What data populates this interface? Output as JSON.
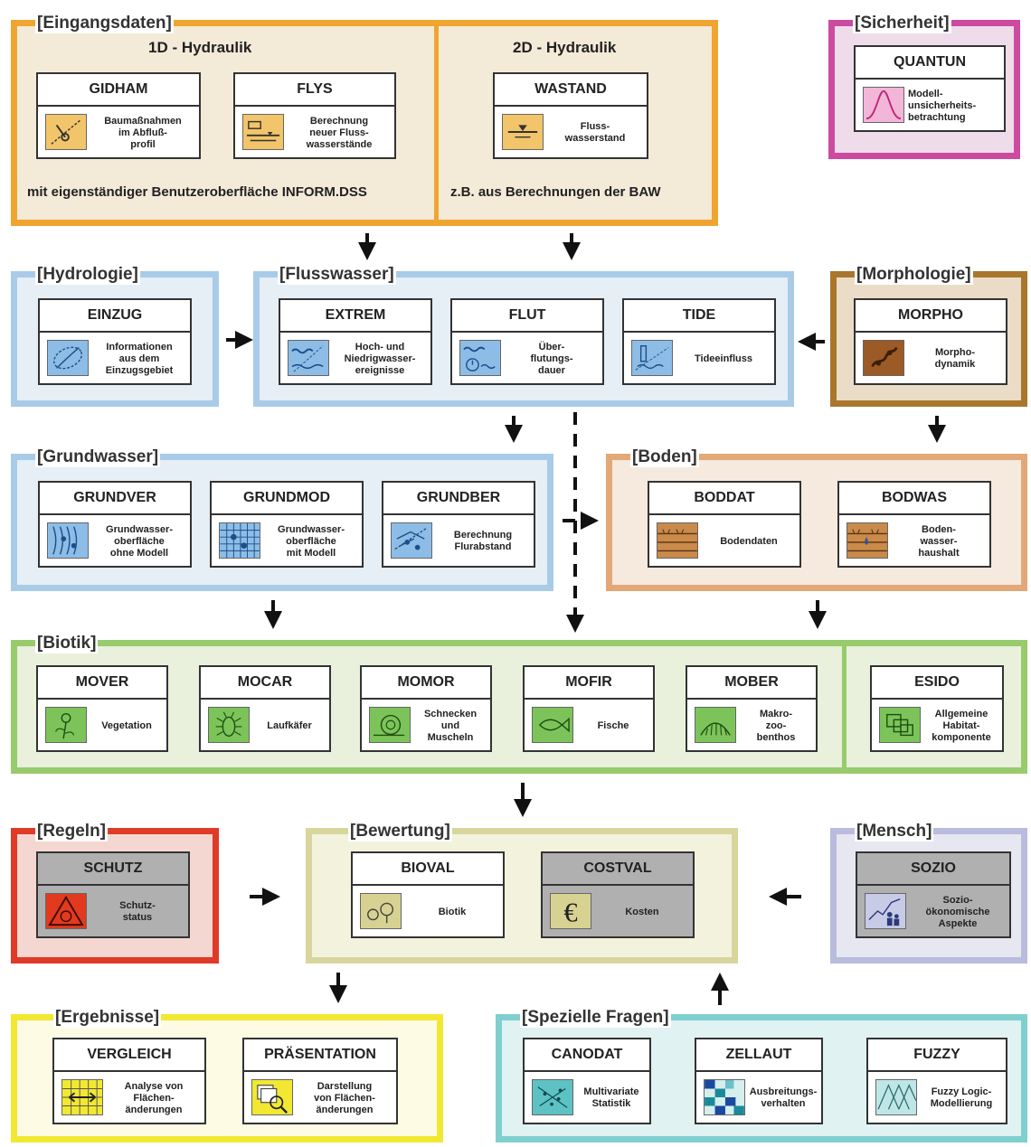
{
  "colors": {
    "orange": "#f0a530",
    "orange_fill": "#f3ead8",
    "blue": "#a8cbe8",
    "blue_fill": "#e6eef6",
    "brown": "#a8772c",
    "brown_fill": "#eadcc6",
    "tan": "#e2a878",
    "tan_fill": "#f6e9de",
    "green": "#98cb6c",
    "green_fill": "#e9f0dc",
    "red": "#e03a28",
    "red_fill": "#f4d7d0",
    "khaki": "#d8d69c",
    "khaki_fill": "#f3f2dd",
    "lavender": "#b9bcdc",
    "lavender_fill": "#e6e7f1",
    "yellow": "#f2e832",
    "yellow_fill": "#fdfbe4",
    "teal": "#7fcfcf",
    "teal_fill": "#e0f2f1",
    "magenta": "#cc4aa0",
    "magenta_fill": "#efdcea"
  },
  "groups": {
    "eingang": {
      "title": "[Eingangsdaten]",
      "sub1": "1D - Hydraulik",
      "sub2": "2D - Hydraulik",
      "note1": "mit eigenständiger Benutzeroberfläche INFORM.DSS",
      "note2": "z.B. aus Berechnungen der BAW"
    },
    "sicherheit": {
      "title": "[Sicherheit]"
    },
    "hydrologie": {
      "title": "[Hydrologie]"
    },
    "flusswasser": {
      "title": "[Flusswasser]"
    },
    "morphologie": {
      "title": "[Morphologie]"
    },
    "grundwasser": {
      "title": "[Grundwasser]"
    },
    "boden": {
      "title": "[Boden]"
    },
    "biotik": {
      "title": "[Biotik]"
    },
    "regeln": {
      "title": "[Regeln]"
    },
    "bewertung": {
      "title": "[Bewertung]"
    },
    "mensch": {
      "title": "[Mensch]"
    },
    "ergebnisse": {
      "title": "[Ergebnisse]"
    },
    "spezielle": {
      "title": "[Spezielle Fragen]"
    }
  },
  "modules": {
    "gidham": {
      "name": "GIDHAM",
      "desc": "Baumaßnahmen\nim Abfluß-\nprofil",
      "icon": "construction-icon"
    },
    "flys": {
      "name": "FLYS",
      "desc": "Berechnung\nneuer Fluss-\nwasserstände",
      "icon": "water-level-calc-icon"
    },
    "wastand": {
      "name": "WASTAND",
      "desc": "Fluss-\nwasserstand",
      "icon": "water-level-icon"
    },
    "quantun": {
      "name": "QUANTUN",
      "desc": "Modell-\nunsicherheits-\nbetrachtung",
      "icon": "bell-curve-icon"
    },
    "einzug": {
      "name": "EINZUG",
      "desc": "Informationen\naus dem\nEinzugsgebiet",
      "icon": "catchment-icon"
    },
    "extrem": {
      "name": "EXTREM",
      "desc": "Hoch- und\nNiedrigwasser-\nereignisse",
      "icon": "high-low-water-icon"
    },
    "flut": {
      "name": "FLUT",
      "desc": "Über-\nflutungs-\ndauer",
      "icon": "flood-clock-icon"
    },
    "tide": {
      "name": "TIDE",
      "desc": "Tideeinfluss",
      "icon": "tide-icon"
    },
    "morpho": {
      "name": "MORPHO",
      "desc": "Morpho-\ndynamik",
      "icon": "morphodynamics-icon"
    },
    "grundver": {
      "name": "GRUNDVER",
      "desc": "Grundwasser-\noberfläche\nohne Modell",
      "icon": "groundwater-icon"
    },
    "grundmod": {
      "name": "GRUNDMOD",
      "desc": "Grundwasser-\noberfläche\nmit Modell",
      "icon": "groundwater-grid-icon"
    },
    "grundber": {
      "name": "GRUNDBER",
      "desc": "Berechnung\nFlurabstand",
      "icon": "depth-calc-icon"
    },
    "boddat": {
      "name": "BODDAT",
      "desc": "Bodendaten",
      "icon": "soil-icon"
    },
    "bodwas": {
      "name": "BODWAS",
      "desc": "Boden-\nwasser-\nhaushalt",
      "icon": "soil-water-icon"
    },
    "mover": {
      "name": "MOVER",
      "desc": "Vegetation",
      "icon": "flower-icon"
    },
    "mocar": {
      "name": "MOCAR",
      "desc": "Laufkäfer",
      "icon": "beetle-icon"
    },
    "momor": {
      "name": "MOMOR",
      "desc": "Schnecken\nund\nMuscheln",
      "icon": "snail-icon"
    },
    "mofir": {
      "name": "MOFIR",
      "desc": "Fische",
      "icon": "fish-icon"
    },
    "mober": {
      "name": "MOBER",
      "desc": "Makro-\nzoo-\nbenthos",
      "icon": "macrozoobenthos-icon"
    },
    "esido": {
      "name": "ESIDO",
      "desc": "Allgemeine\nHabitat-\nkomponente",
      "icon": "habitat-icon"
    },
    "schutz": {
      "name": "SCHUTZ",
      "desc": "Schutz-\nstatus",
      "icon": "protection-icon"
    },
    "bioval": {
      "name": "BIOVAL",
      "desc": "Biotik",
      "icon": "biotic-icon"
    },
    "costval": {
      "name": "COSTVAL",
      "desc": "Kosten",
      "icon": "euro-icon"
    },
    "sozio": {
      "name": "SOZIO",
      "desc": "Sozio-\nökonomische\nAspekte",
      "icon": "people-icon"
    },
    "vergleich": {
      "name": "VERGLEICH",
      "desc": "Analyse von\nFlächen-\nänderungen",
      "icon": "grid-arrows-icon"
    },
    "praesentation": {
      "name": "PRÄSENTATION",
      "desc": "Darstellung\nvon Flächen-\nänderungen",
      "icon": "magnifier-icon"
    },
    "canodat": {
      "name": "CANODAT",
      "desc": "Multivariate\nStatistik",
      "icon": "statistics-icon"
    },
    "zellaut": {
      "name": "ZELLAUT",
      "desc": "Ausbreitungs-\nverhalten",
      "icon": "cellular-automaton-icon"
    },
    "fuzzy": {
      "name": "FUZZY",
      "desc": "Fuzzy Logic-\nModellierung",
      "icon": "fuzzy-icon"
    }
  }
}
